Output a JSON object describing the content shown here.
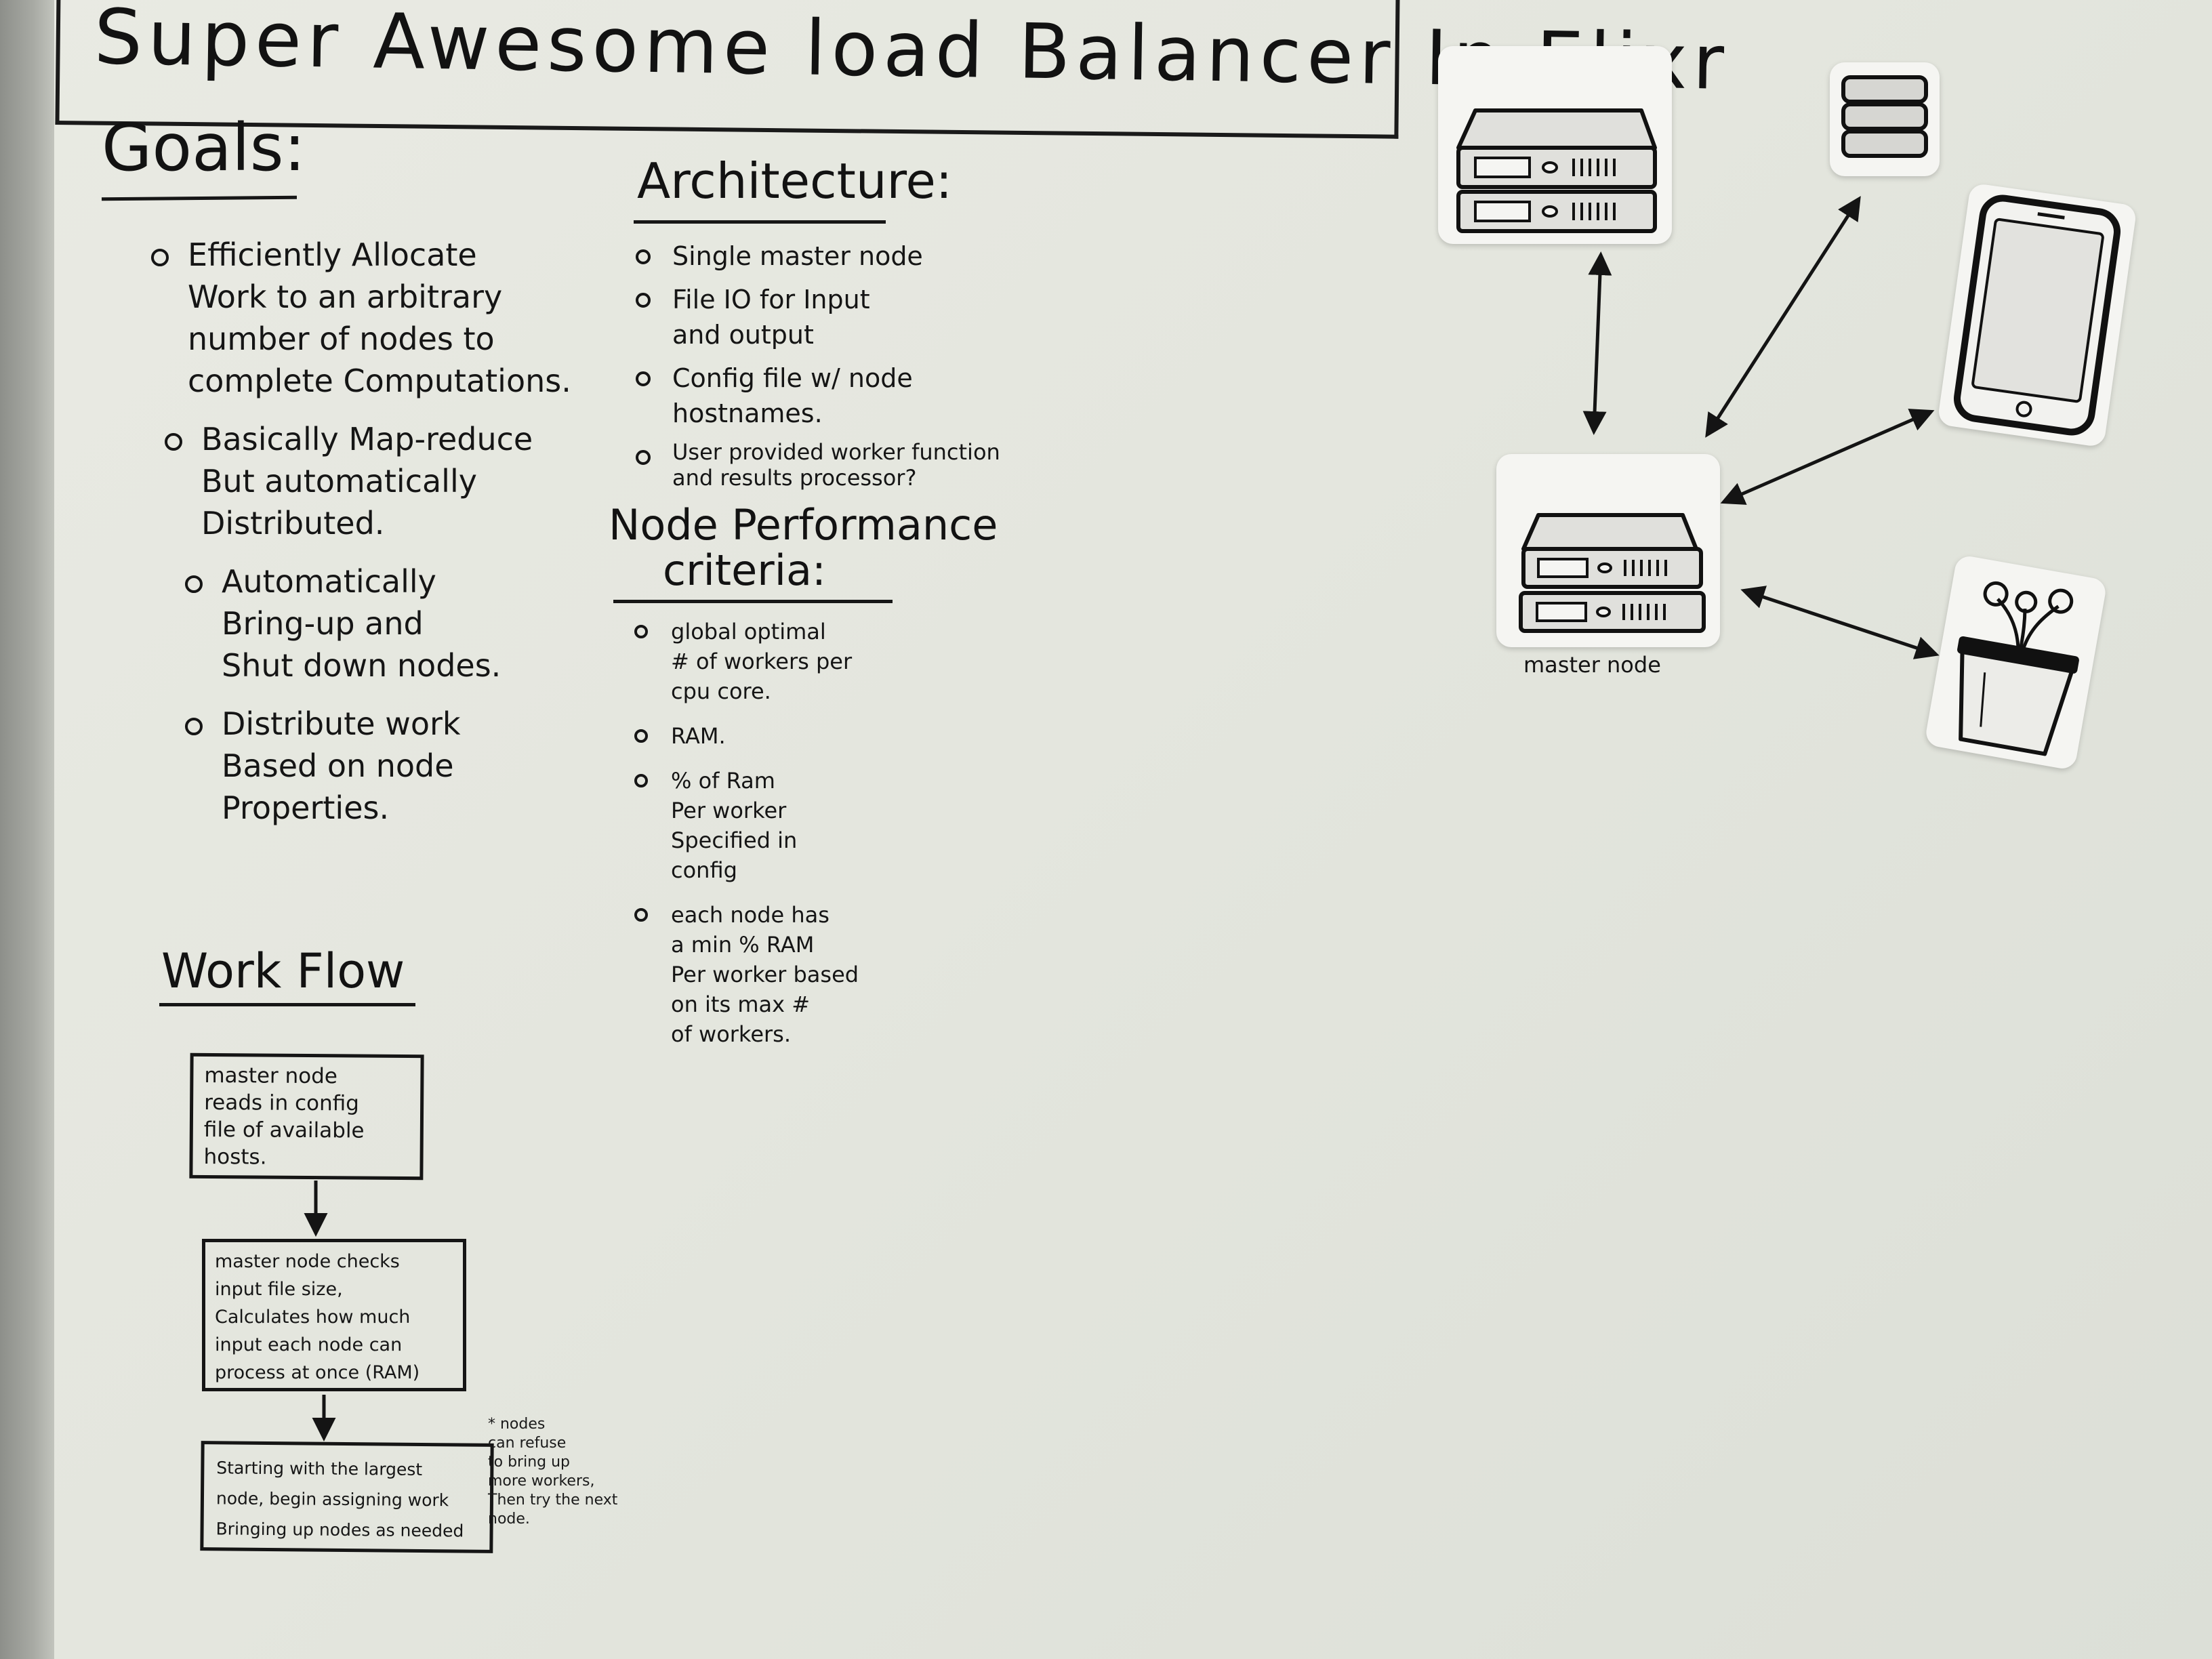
{
  "title": "Super Awesome load Balancer In Elixr",
  "goals": {
    "heading": "Goals:",
    "items": [
      "Efficiently Allocate\nWork to an arbitrary\nnumber of nodes to\ncomplete Computations.",
      "Basically Map-reduce\nBut automatically\nDistributed.",
      "Automatically\nBring-up and\nShut down nodes.",
      "Distribute work\nBased on node\nProperties."
    ]
  },
  "architecture": {
    "heading": "Architecture:",
    "items": [
      "Single master node",
      "File IO for Input\nand output",
      "Config file w/ node\nhostnames.",
      "User provided worker function\nand results processor?"
    ]
  },
  "node_performance": {
    "heading_line1": "Node Performance",
    "heading_line2": "criteria:",
    "items": [
      "global optimal\n# of workers per\ncpu core.",
      "RAM.",
      "% of Ram\nPer worker\nSpecified in\nconfig",
      "each node has\na min % RAM\nPer worker based\non its max #\nof workers."
    ]
  },
  "workflow": {
    "heading": "Work Flow",
    "steps": [
      "master node\nreads in config\nfile of available\nhosts.",
      "master node checks\ninput file size,\nCalculates how much\ninput each node can\nprocess at once (RAM)",
      "Starting with the largest\nnode, begin assigning work\nBringing up nodes as needed"
    ],
    "note": "* nodes\ncan refuse\nto bring up\nmore workers,\nThen try the next\nnode."
  },
  "diagram": {
    "master_label": "master node",
    "icons": [
      "server-stack-icon",
      "database-icon",
      "smartphone-icon",
      "flower-pot-icon"
    ]
  },
  "colors": {
    "board": "#e6e7e0",
    "marker": "#141414",
    "frame": "#9a9c96",
    "card": "#f5f5f2"
  }
}
